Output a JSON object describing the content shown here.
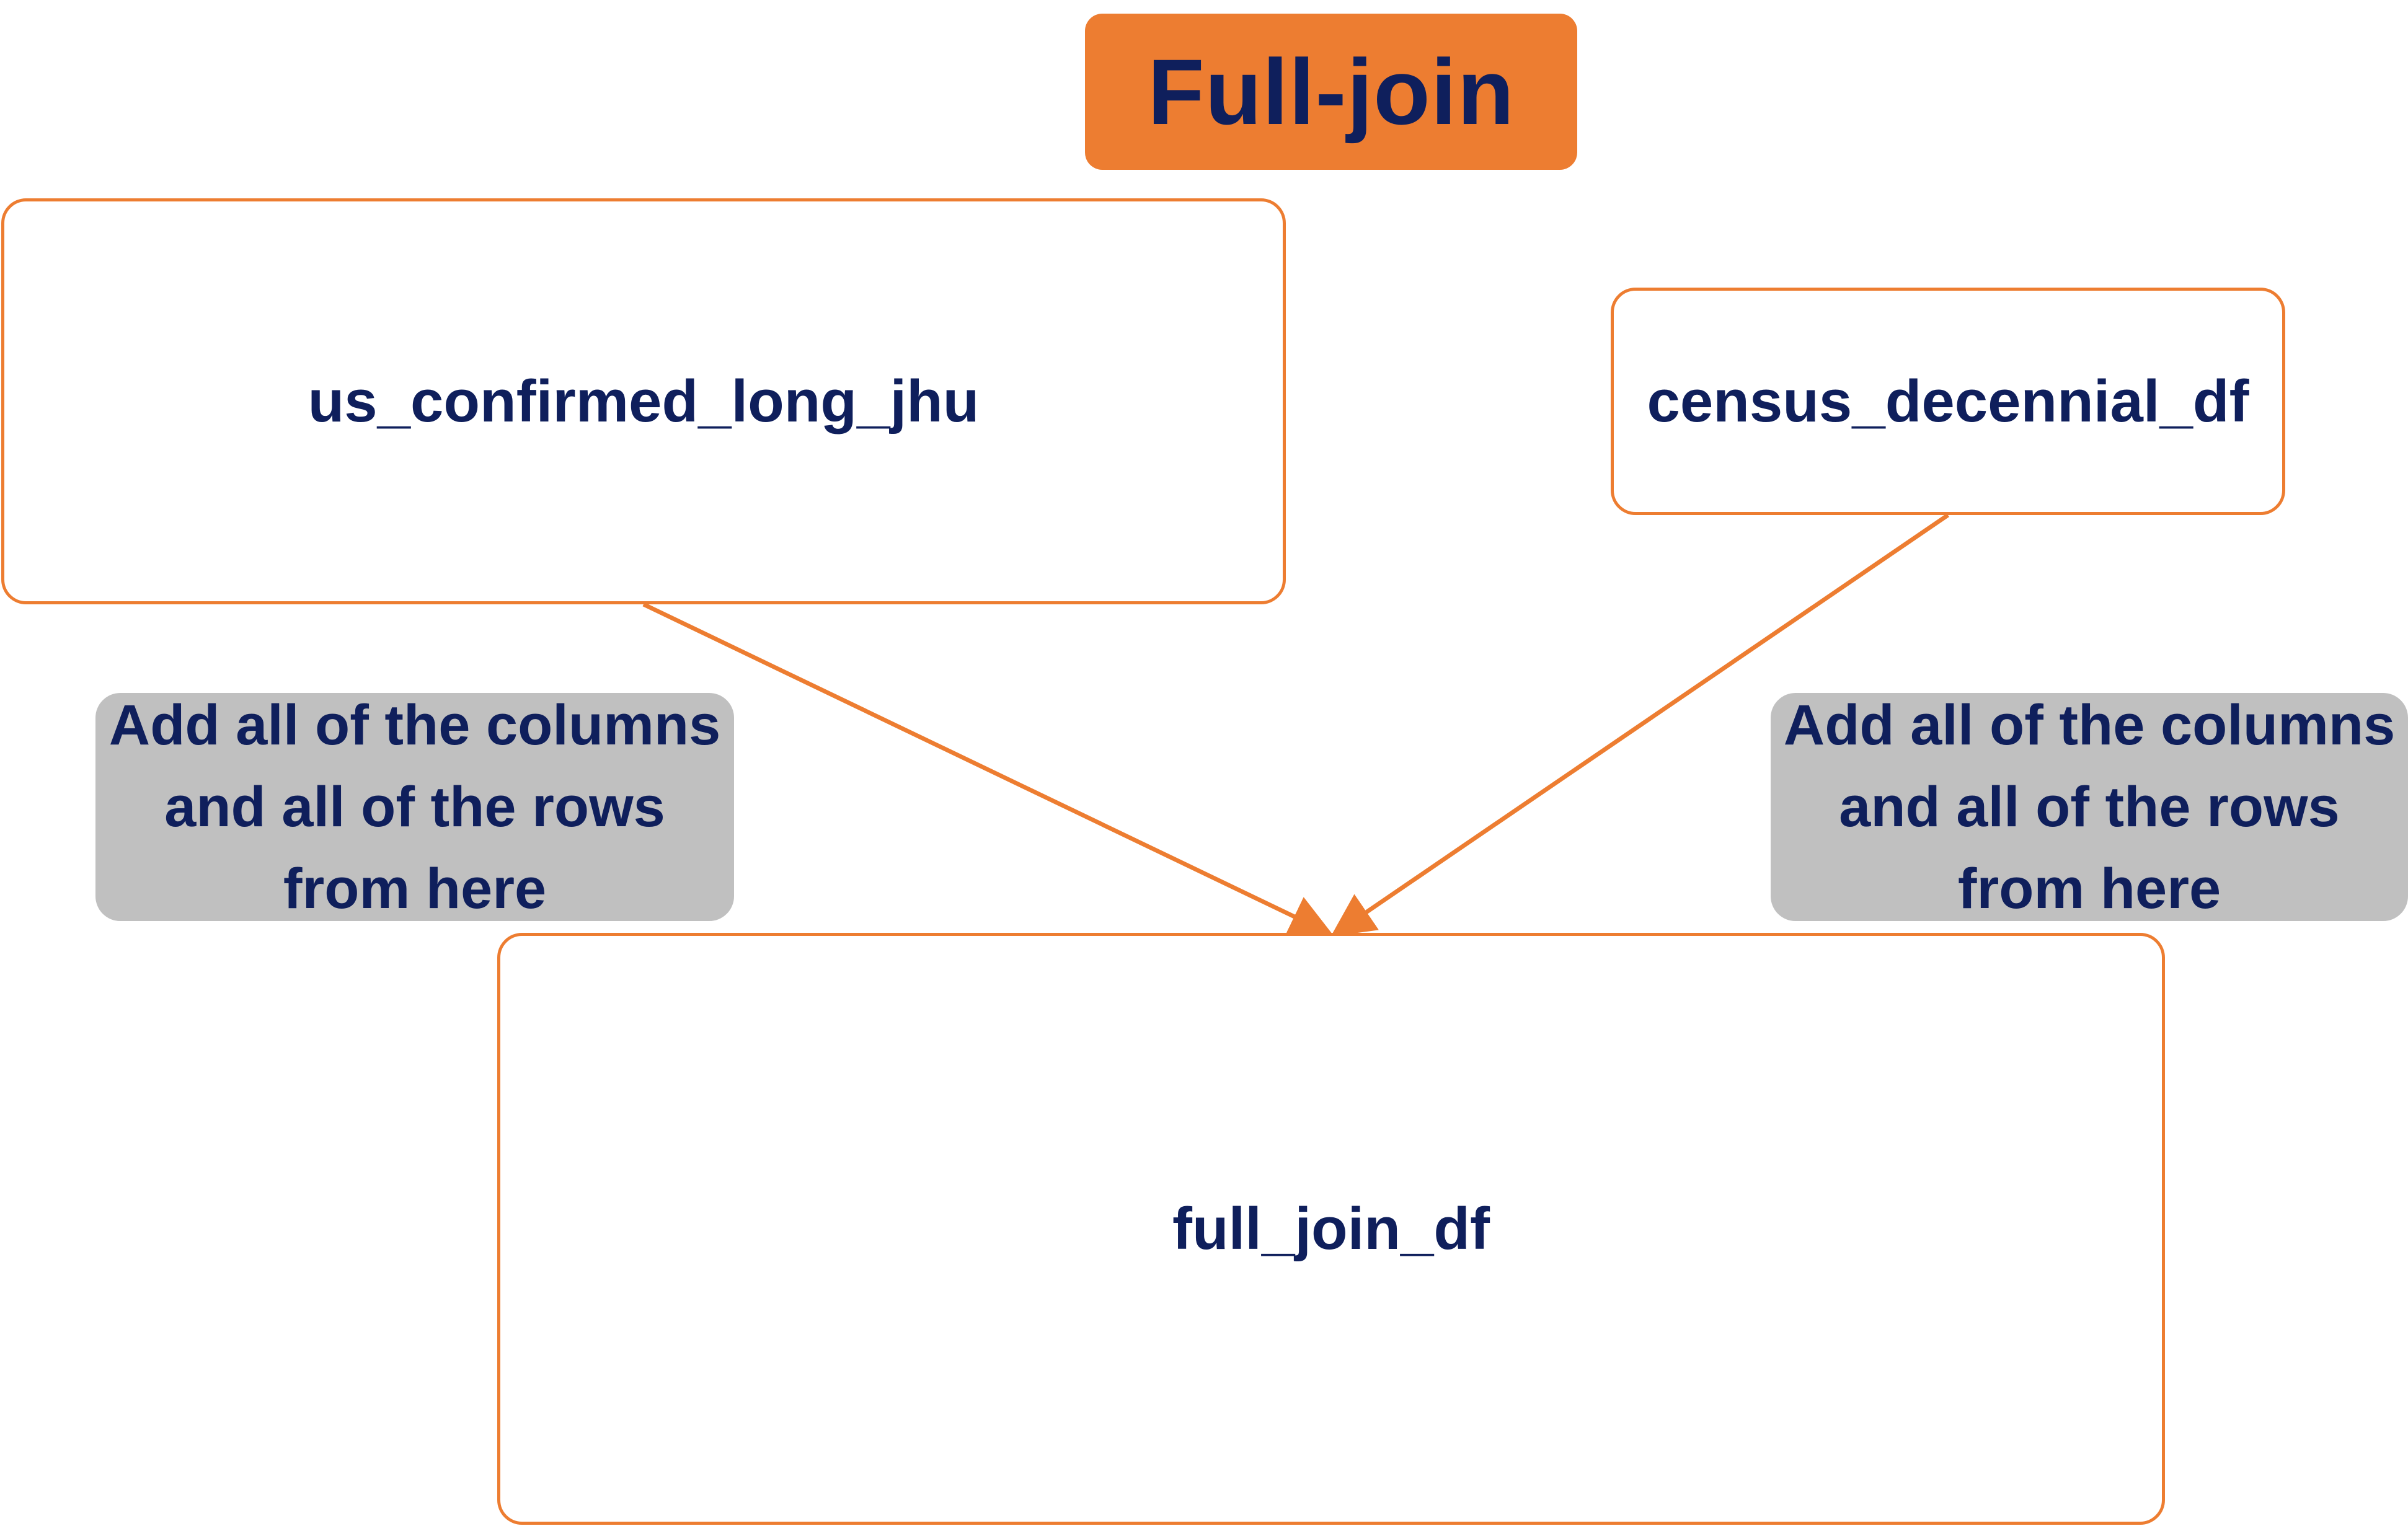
{
  "title": "Full-join",
  "nodes": {
    "left": "us_confirmed_long_jhu",
    "right": "census_decennial_df",
    "bottom": "full_join_df"
  },
  "notes": {
    "left": "Add all of the columns and all of the rows from here",
    "right": "Add all of the columns and all of the rows from here"
  },
  "colors": {
    "accent": "#ed7d31",
    "text": "#0f1f5c",
    "note_bg": "#c0c0c0"
  }
}
